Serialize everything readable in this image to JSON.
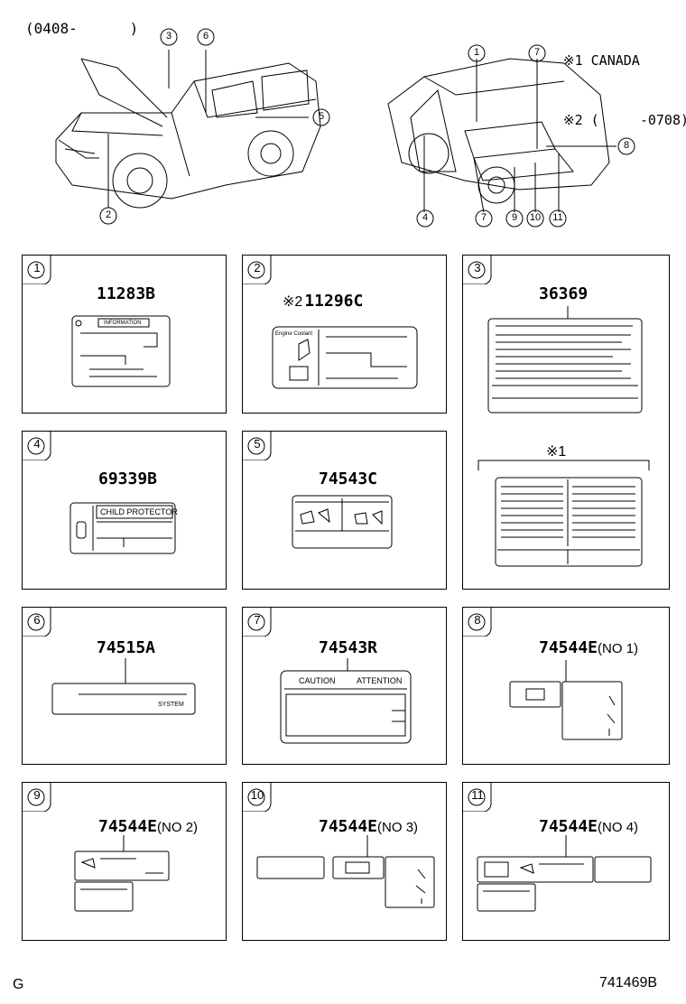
{
  "header": {
    "date_range": "(0408-      )",
    "notes": [
      "※1 CANADA",
      "※2 (     -0708)"
    ]
  },
  "callouts_front": [
    "3",
    "6",
    "5",
    "2"
  ],
  "callouts_rear": [
    "1",
    "7",
    "8",
    "4",
    "7",
    "9",
    "10",
    "11"
  ],
  "panels": [
    {
      "num": "1",
      "part": "11283B",
      "label_texts": [
        "INFORMATION"
      ]
    },
    {
      "num": "2",
      "mark": "※2",
      "part": "11296C",
      "label_texts": [
        "Engine Coolant"
      ]
    },
    {
      "num": "3",
      "part": "36369",
      "mark2": "※1"
    },
    {
      "num": "4",
      "part": "69339B",
      "label_texts": [
        "CHILD PROTECTOR"
      ]
    },
    {
      "num": "5",
      "part": "74543C"
    },
    {
      "num": "6",
      "part": "74515A",
      "label_texts": [
        "SYSTEM"
      ]
    },
    {
      "num": "7",
      "part": "74543R",
      "label_texts": [
        "CAUTION",
        "ATTENTION"
      ]
    },
    {
      "num": "8",
      "part": "74544E",
      "sub": "(NO 1)"
    },
    {
      "num": "9",
      "part": "74544E",
      "sub": "(NO 2)"
    },
    {
      "num": "10",
      "part": "74544E",
      "sub": "(NO 3)"
    },
    {
      "num": "11",
      "part": "74544E",
      "sub": "(NO 4)"
    }
  ],
  "footer": {
    "letter": "G",
    "code": "741469B"
  }
}
